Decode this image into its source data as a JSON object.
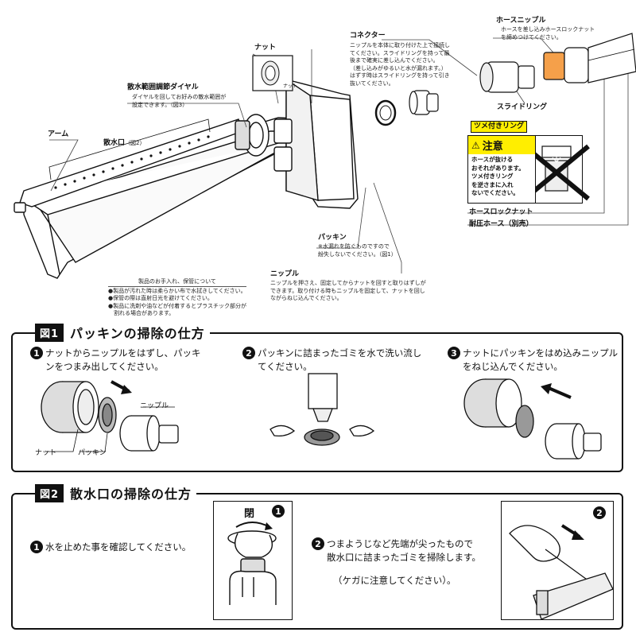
{
  "top": {
    "nut": {
      "label": "ナット",
      "inset_label": "ナット"
    },
    "connector": {
      "label": "コネクター",
      "note": [
        "ニップルを本体に取り付けた上で接続し",
        "てください。スライドリングを持って最",
        "後まで確実に差し込んでください。",
        "（差し込みがゆるいと水が漏れます。）",
        "はずす時はスライドリングを持って引き",
        "抜いてください。"
      ]
    },
    "hose_nipple": {
      "label": "ホースニップル",
      "note": [
        "ホースを差し込みホースロックナット",
        "を締めつけてください。"
      ]
    },
    "slide_ring": {
      "label": "スライドリング"
    },
    "claw_ring": {
      "label": "ツメ付きリング"
    },
    "caution": {
      "title": "注意",
      "lines": [
        "ホースが抜ける",
        "おそれがあります。",
        "ツメ付きリング",
        "を逆さまに入れ",
        "ないでください。"
      ]
    },
    "hose_lock_nut": {
      "label": "ホースロックナット"
    },
    "hose": {
      "label": "耐圧ホース（別売）"
    },
    "dial": {
      "label": "散水範囲調節ダイヤル",
      "note": [
        "ダイヤルを回してお好みの散水範囲が",
        "設定できます。（図3）"
      ]
    },
    "arm": {
      "label": "アーム"
    },
    "nozzle": {
      "label": "散水口",
      "ref": "（図2）"
    },
    "packing": {
      "label": "パッキン",
      "note": [
        "※水漏れを防ぐものですので",
        "紛失しないでください。（図1）"
      ]
    },
    "nipple": {
      "label": "ニップル",
      "note": [
        "ニップルを押さえ、固定してからナットを回すと取りはずしが",
        "できます。取り付ける時もニップルを固定して、ナットを回し",
        "ながらねじ込んでください。"
      ]
    },
    "care": {
      "title": "製品のお手入れ、保管について",
      "lines": [
        "●製品が汚れた時は柔らかい布で水拭きしてください。",
        "●保管の際は直射日光を避けてください。",
        "●製品に洗剤や油などが付着するとプラスチック部分が",
        "　割れる場合があります。"
      ]
    }
  },
  "fig1": {
    "badge": "図1",
    "title": "パッキンの掃除の仕方",
    "steps": [
      {
        "num": "1",
        "lines": [
          "ナットからニップルをはずし、パッキ",
          "ンをつまみ出してください。"
        ]
      },
      {
        "num": "2",
        "lines": [
          "パッキンに詰まったゴミを水で洗い流し",
          "てください。"
        ]
      },
      {
        "num": "3",
        "lines": [
          "ナットにパッキンをはめ込みニップル",
          "をねじ込んでください。"
        ]
      }
    ],
    "labels": {
      "nut": "ナット",
      "packing": "パッキン",
      "nipple": "ニップル"
    }
  },
  "fig2": {
    "badge": "図2",
    "title": "散水口の掃除の仕方",
    "steps": [
      {
        "num": "1",
        "lines": [
          "水を止めた事を確認してください。"
        ]
      },
      {
        "num": "2",
        "lines": [
          "つまようじなど先端が尖ったもので",
          "散水口に詰まったゴミを掃除します。",
          "",
          "（ケガに注意してください）。"
        ]
      }
    ],
    "close_label": "閉",
    "frame_nums": [
      "1",
      "2"
    ]
  }
}
